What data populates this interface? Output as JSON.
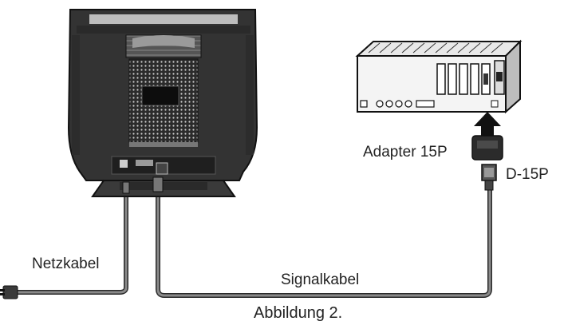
{
  "labels": {
    "adapter": "Adapter 15P",
    "d15p": "D-15P",
    "power_cable": "Netzkabel",
    "signal_cable": "Signalkabel",
    "caption": "Abbildung 2."
  },
  "colors": {
    "monitor_body": "#3a3a3a",
    "monitor_dark": "#1c1c1c",
    "cable": "#7a7a7a",
    "cable_outline": "#2a2a2a",
    "text": "#222222"
  }
}
